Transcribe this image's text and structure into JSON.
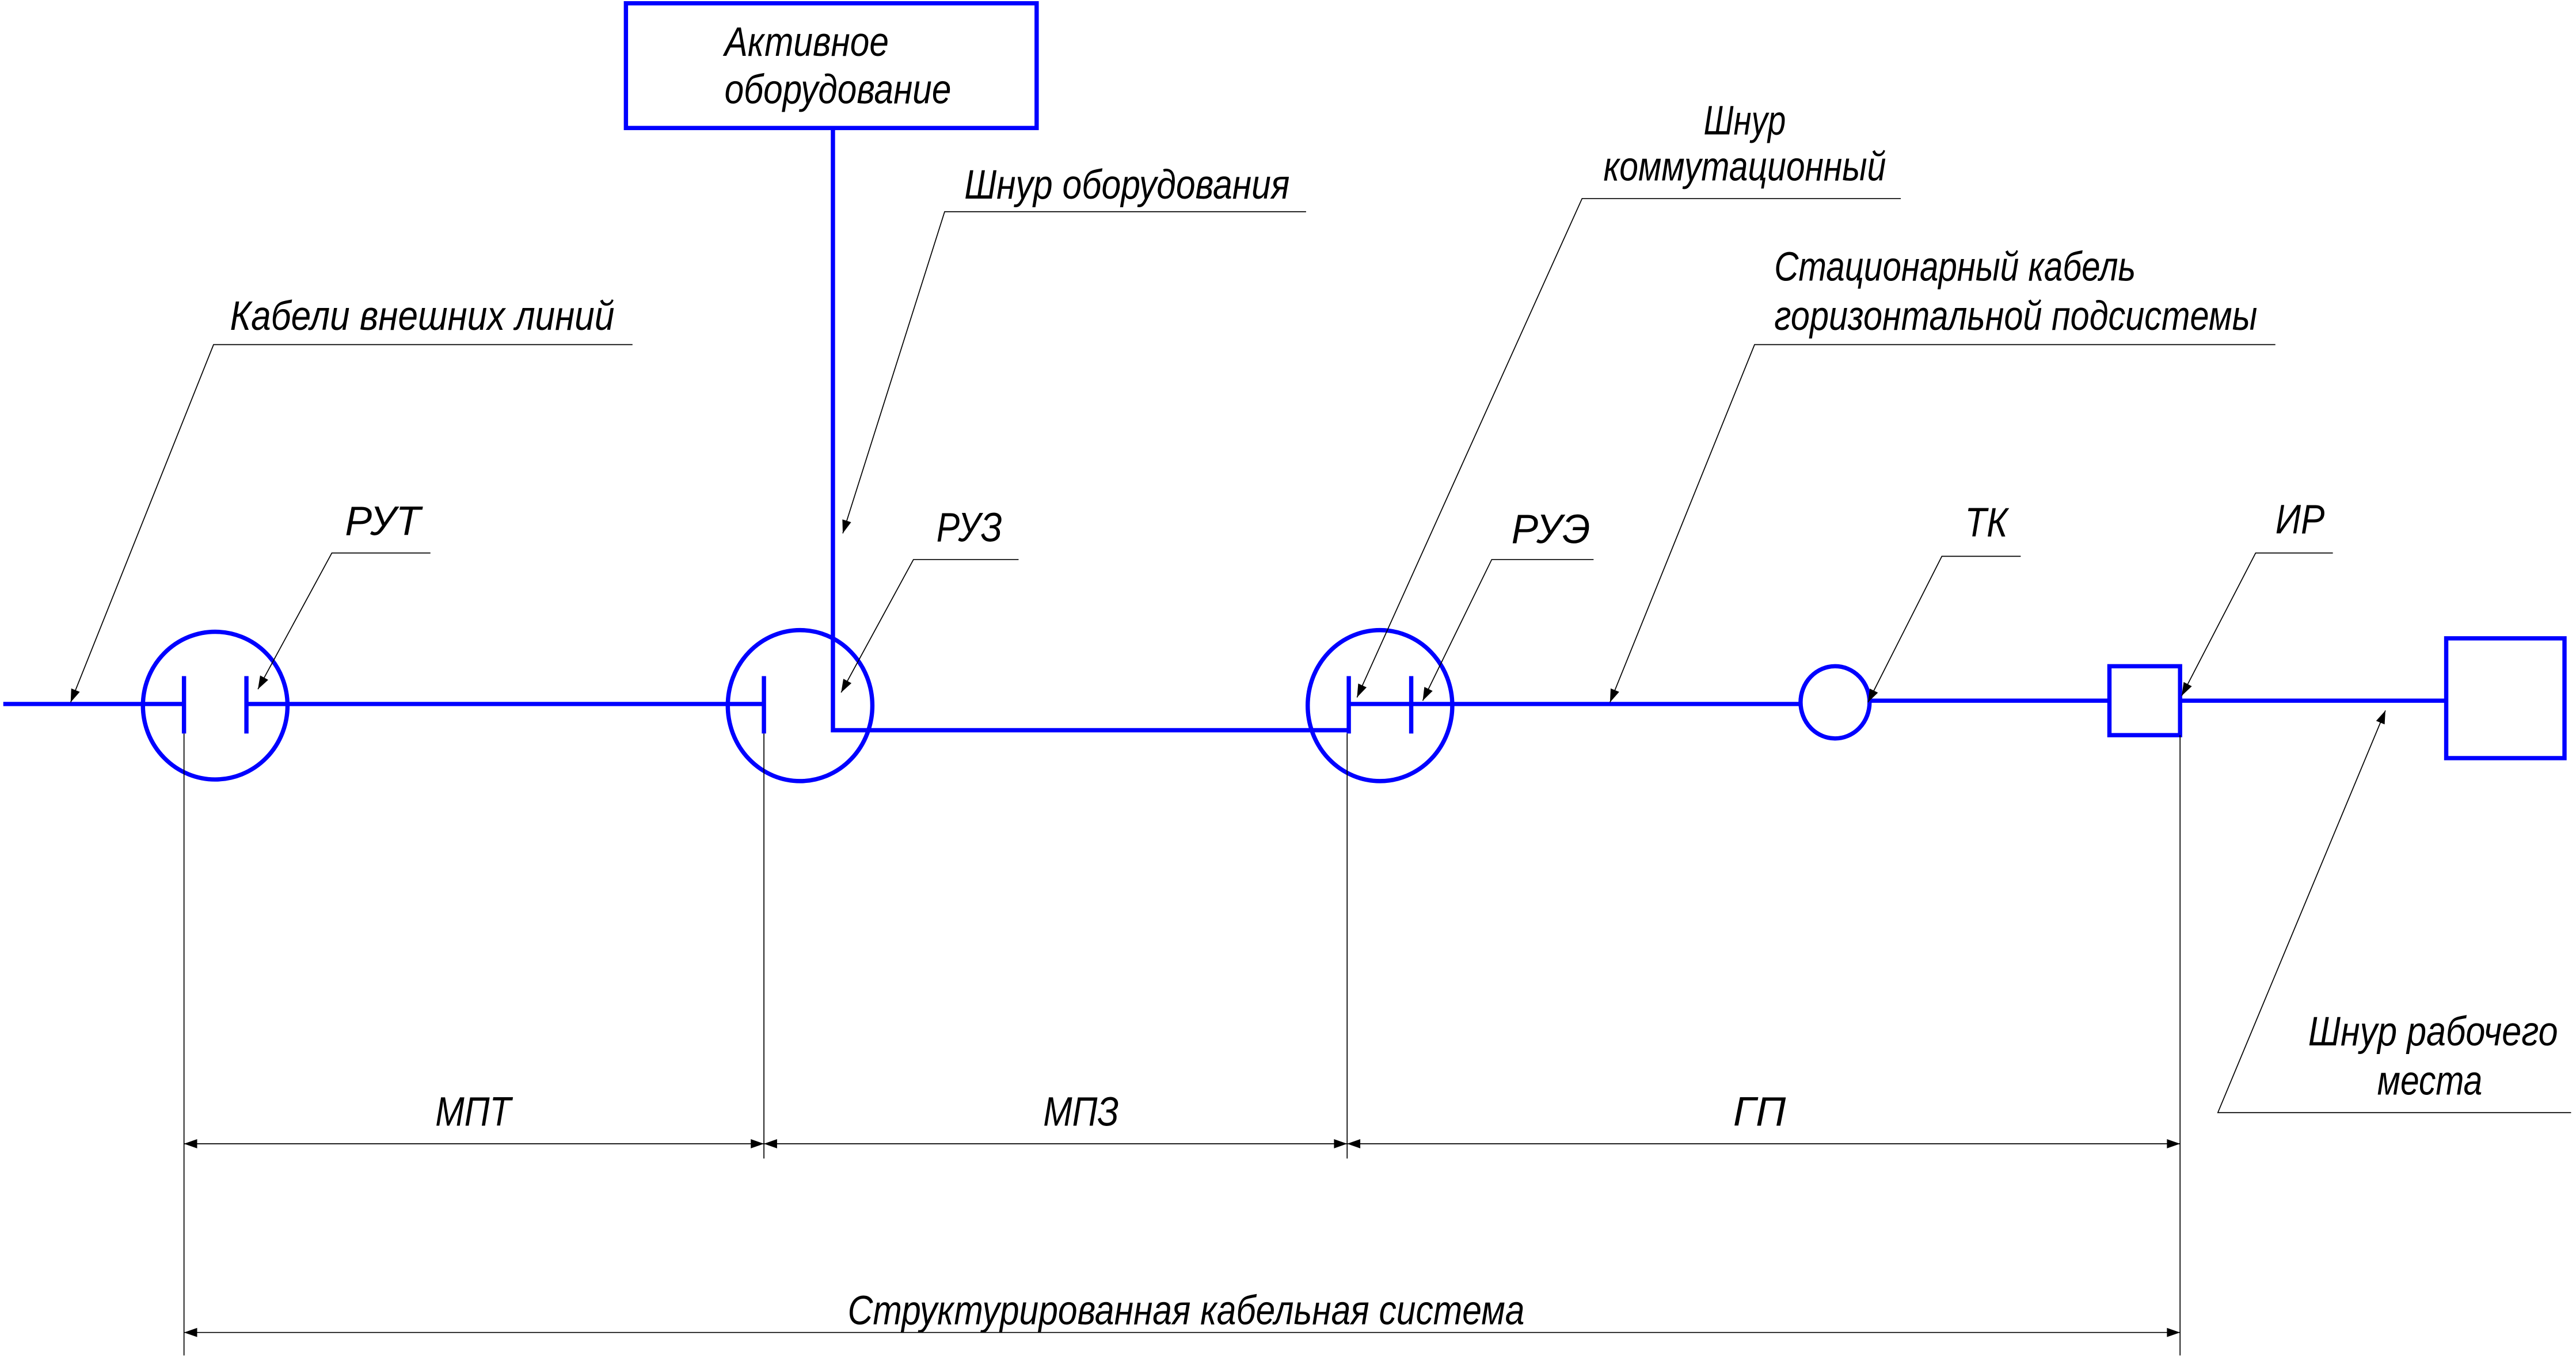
{
  "diagram": {
    "active_equipment": [
      "Активное",
      "оборудование"
    ],
    "labels": {
      "external_cables": "Кабели внешних линий",
      "rut": "РУТ",
      "equipment_cord": "Шнур оборудования",
      "ruz": "РУЗ",
      "patch_cord": [
        "Шнур",
        "коммутационный"
      ],
      "rue": "РУЭ",
      "horizontal_cable": [
        "Стационарный кабель",
        "горизонтальной подсистемы"
      ],
      "tk": "ТК",
      "ir": "ИР",
      "workplace_cord": [
        "Шнур рабочего",
        "места"
      ]
    },
    "dimensions": {
      "mpt": "МПТ",
      "mpz": "МПЗ",
      "gp": "ГП",
      "scs": "Структурированная кабельная система"
    },
    "colors": {
      "line": "#0000ff",
      "annotation": "#000000"
    }
  }
}
